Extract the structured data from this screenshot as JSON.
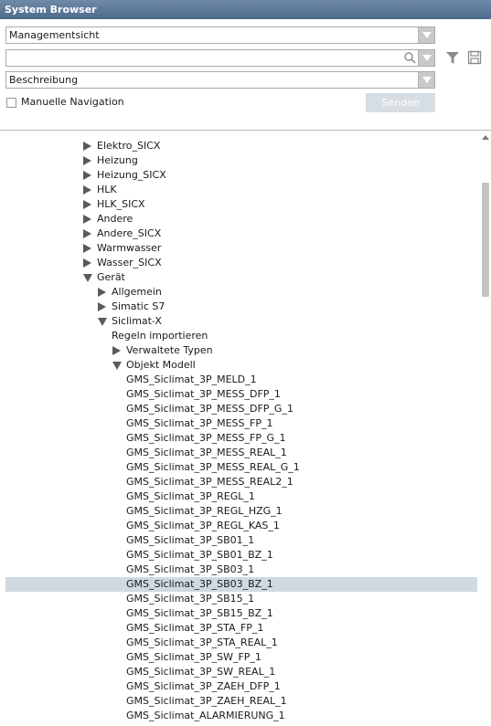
{
  "window": {
    "title": "System Browser"
  },
  "view_selector": {
    "value": "Managementsicht"
  },
  "search": {
    "value": "",
    "placeholder": ""
  },
  "display_selector": {
    "value": "Beschreibung"
  },
  "manual_navigation": {
    "label": "Manuelle Navigation",
    "checked": false
  },
  "send_button": {
    "label": "Senden"
  },
  "colors": {
    "titlebar": "#5a7697",
    "selection": "#cfd9e1",
    "button_disabled": "#d6dde3"
  },
  "tree": {
    "items": [
      {
        "label": "Elektro_SICX",
        "level": 0,
        "state": "collapsed"
      },
      {
        "label": "Heizung",
        "level": 0,
        "state": "collapsed"
      },
      {
        "label": "Heizung_SICX",
        "level": 0,
        "state": "collapsed"
      },
      {
        "label": "HLK",
        "level": 0,
        "state": "collapsed"
      },
      {
        "label": "HLK_SICX",
        "level": 0,
        "state": "collapsed"
      },
      {
        "label": "Andere",
        "level": 0,
        "state": "collapsed"
      },
      {
        "label": "Andere_SICX",
        "level": 0,
        "state": "collapsed"
      },
      {
        "label": "Warmwasser",
        "level": 0,
        "state": "collapsed"
      },
      {
        "label": "Wasser_SICX",
        "level": 0,
        "state": "collapsed"
      },
      {
        "label": "Gerät",
        "level": 0,
        "state": "expanded"
      },
      {
        "label": "Allgemein",
        "level": 1,
        "state": "collapsed"
      },
      {
        "label": "Simatic S7",
        "level": 1,
        "state": "collapsed"
      },
      {
        "label": "Siclimat-X",
        "level": 1,
        "state": "expanded"
      },
      {
        "label": "Regeln importieren",
        "level": 2,
        "state": "leaf"
      },
      {
        "label": "Verwaltete Typen",
        "level": 2,
        "state": "collapsed"
      },
      {
        "label": "Objekt Modell",
        "level": 2,
        "state": "expanded"
      },
      {
        "label": "GMS_Siclimat_3P_MELD_1",
        "level": 3,
        "state": "leaf"
      },
      {
        "label": "GMS_Siclimat_3P_MESS_DFP_1",
        "level": 3,
        "state": "leaf"
      },
      {
        "label": "GMS_Siclimat_3P_MESS_DFP_G_1",
        "level": 3,
        "state": "leaf"
      },
      {
        "label": "GMS_Siclimat_3P_MESS_FP_1",
        "level": 3,
        "state": "leaf"
      },
      {
        "label": "GMS_Siclimat_3P_MESS_FP_G_1",
        "level": 3,
        "state": "leaf"
      },
      {
        "label": "GMS_Siclimat_3P_MESS_REAL_1",
        "level": 3,
        "state": "leaf"
      },
      {
        "label": "GMS_Siclimat_3P_MESS_REAL_G_1",
        "level": 3,
        "state": "leaf"
      },
      {
        "label": "GMS_Siclimat_3P_MESS_REAL2_1",
        "level": 3,
        "state": "leaf"
      },
      {
        "label": "GMS_Siclimat_3P_REGL_1",
        "level": 3,
        "state": "leaf"
      },
      {
        "label": "GMS_Siclimat_3P_REGL_HZG_1",
        "level": 3,
        "state": "leaf"
      },
      {
        "label": "GMS_Siclimat_3P_REGL_KAS_1",
        "level": 3,
        "state": "leaf"
      },
      {
        "label": "GMS_Siclimat_3P_SB01_1",
        "level": 3,
        "state": "leaf"
      },
      {
        "label": "GMS_Siclimat_3P_SB01_BZ_1",
        "level": 3,
        "state": "leaf"
      },
      {
        "label": "GMS_Siclimat_3P_SB03_1",
        "level": 3,
        "state": "leaf"
      },
      {
        "label": "GMS_Siclimat_3P_SB03_BZ_1",
        "level": 3,
        "state": "leaf",
        "selected": true
      },
      {
        "label": "GMS_Siclimat_3P_SB15_1",
        "level": 3,
        "state": "leaf"
      },
      {
        "label": "GMS_Siclimat_3P_SB15_BZ_1",
        "level": 3,
        "state": "leaf"
      },
      {
        "label": "GMS_Siclimat_3P_STA_FP_1",
        "level": 3,
        "state": "leaf"
      },
      {
        "label": "GMS_Siclimat_3P_STA_REAL_1",
        "level": 3,
        "state": "leaf"
      },
      {
        "label": "GMS_Siclimat_3P_SW_FP_1",
        "level": 3,
        "state": "leaf"
      },
      {
        "label": "GMS_Siclimat_3P_SW_REAL_1",
        "level": 3,
        "state": "leaf"
      },
      {
        "label": "GMS_Siclimat_3P_ZAEH_DFP_1",
        "level": 3,
        "state": "leaf"
      },
      {
        "label": "GMS_Siclimat_3P_ZAEH_REAL_1",
        "level": 3,
        "state": "leaf"
      },
      {
        "label": "GMS_Siclimat_ALARMIERUNG_1",
        "level": 3,
        "state": "leaf"
      }
    ]
  }
}
